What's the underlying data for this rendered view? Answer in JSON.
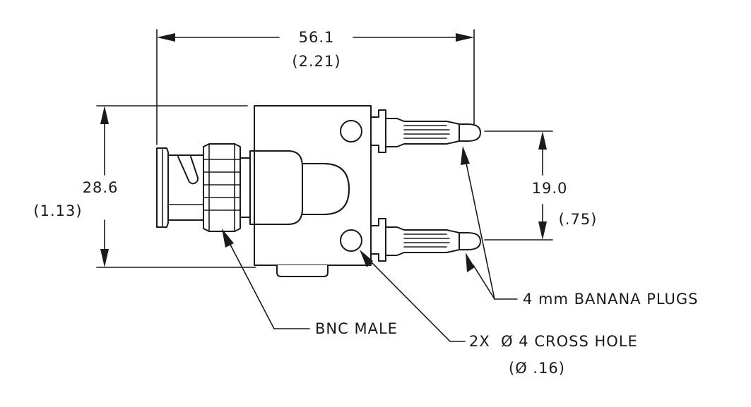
{
  "dimensions": {
    "overall_length": "56.1",
    "overall_length_in": "(2.21)",
    "height": "28.6",
    "height_in": "(1.13)",
    "plug_spacing": "19.0",
    "plug_spacing_in": "(.75)"
  },
  "callouts": {
    "banana_plugs": "4 mm BANANA PLUGS",
    "bnc": "BNC MALE",
    "cross_hole": "2X  Ø 4 CROSS HOLE",
    "cross_hole_in": "(Ø .16)"
  }
}
